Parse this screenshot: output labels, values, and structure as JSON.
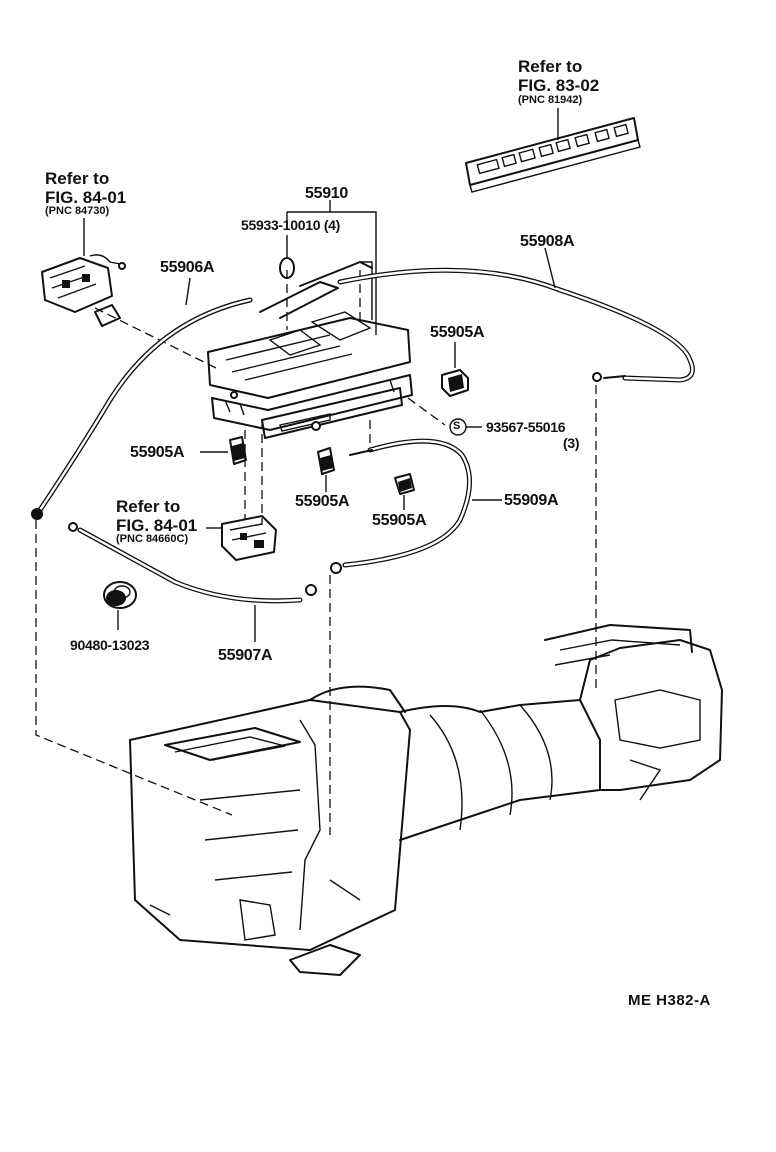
{
  "refs": {
    "fig8302": {
      "line1": "Refer to",
      "line2": "FIG. 83-02",
      "line3": "(PNC 81942)"
    },
    "fig8401a": {
      "line1": "Refer to",
      "line2": "FIG. 84-01",
      "line3": "(PNC 84730)"
    },
    "fig8401b": {
      "line1": "Refer to",
      "line2": "FIG. 84-01",
      "line3": "(PNC 84660C)"
    }
  },
  "parts": {
    "p55910": "55910",
    "p55933": "55933-10010 (4)",
    "p55908A": "55908A",
    "p55906A": "55906A",
    "p55905A_1": "55905A",
    "p55905A_2": "55905A",
    "p55905A_3": "55905A",
    "p55905A_4": "55905A",
    "p93567": "93567-55016",
    "p93567_qty": "(3)",
    "p55909A": "55909A",
    "p90480": "90480-13023",
    "p55907A": "55907A",
    "s_mark": "S"
  },
  "diagram_code": "ME  H382-A",
  "colors": {
    "ink": "#111111",
    "paper": "#ffffff"
  }
}
